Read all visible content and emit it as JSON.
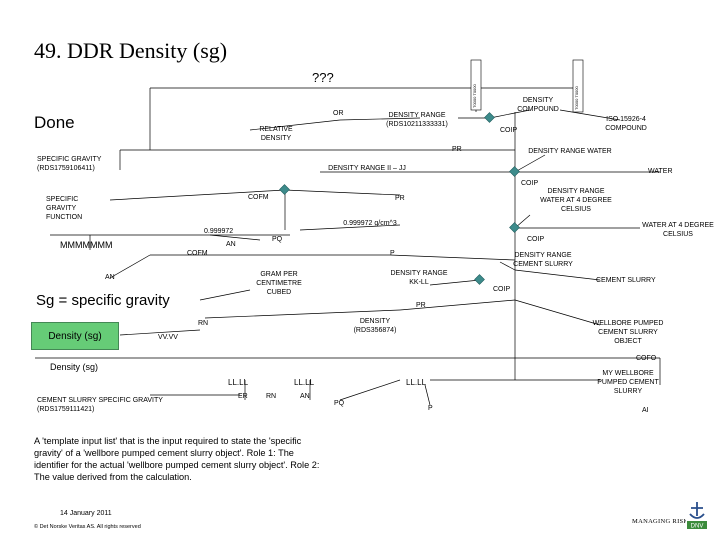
{
  "slide": {
    "title": "49. DDR Density (sg)",
    "question": "???",
    "done": "Done",
    "sg_definition": "Sg = specific gravity",
    "density_box": "Density (sg)",
    "description": "A 'template input list' that is the input required to state the 'specific gravity' of a 'wellbore pumped cement slurry object'. Role 1: The identifier for the actual 'wellbore pumped cement slurry object'. Role 2: The value derived from the calculation.",
    "date": "14 January 2011",
    "copyright": "© Det Norske Veritas AS. All rights reserved",
    "managing": "MANAGING RISK",
    "logo_text": "DNV"
  },
  "nodes": {
    "relative_density": "RELATIVE DENSITY",
    "or": "OR",
    "density_range": "DENSITY RANGE (RDS10211333331)",
    "density_compound": "DENSITY COMPOUND",
    "iso": "ISO 15926-4 COMPOUND",
    "coip1": "COIP",
    "pr1": "PR",
    "density_range_water": "DENSITY RANGE WATER",
    "specific_gravity": "SPECIFIC GRAVITY (RDS1759106411)",
    "density_range_ii_jj": "DENSITY RANGE II – JJ",
    "water": "WATER",
    "coip2": "COIP",
    "cofm1": "COFM",
    "pr2": "PR",
    "density_range_water_4": "DENSITY RANGE WATER AT 4 DEGREE CELSIUS",
    "sg_function": "SPECIFIC GRAVITY FUNCTION",
    "val_999972": "0.999972",
    "val_g_cm3": "0.999972 g/cm^3",
    "water_4deg": "WATER AT 4 DEGREE CELSIUS",
    "an1": "AN",
    "pq1": "PQ",
    "coip3": "COIP",
    "mmmmmm": "MMMMMMM",
    "cofm2": "COFM",
    "p1": "P",
    "density_range_cement": "DENSITY RANGE CEMENT SLURRY",
    "an2": "AN",
    "gram_per_cm": "GRAM PER CENTIMETRE CUBED",
    "density_range_kk_ll": "DENSITY RANGE KK-LL",
    "coip4": "COIP",
    "cement_slurry": "CEMENT SLURRY",
    "pr3": "PR",
    "rn1": "RN",
    "density_rds": "DENSITY (RDS356874)",
    "vvvv": "VV.VV",
    "wellbore_obj": "WELLBORE PUMPED CEMENT SLURRY OBJECT",
    "density_sg": "Density (sg)",
    "cofo": "COFO",
    "ll1": "LL.LL",
    "ll2": "LL.LL",
    "ll3": "LL.LL",
    "my_wellbore": "MY WELLBORE PUMPED CEMENT SLURRY",
    "cement_sg": "CEMENT SLURRY SPECIFIC GRAVITY (RDS1759111421)",
    "er": "ER",
    "rn2": "RN",
    "an3": "AN",
    "pq2": "PQ",
    "p2": "P",
    "ai": "AI",
    "vtext1": "T0000 T0000",
    "vtext2": "T0000 T0000"
  }
}
